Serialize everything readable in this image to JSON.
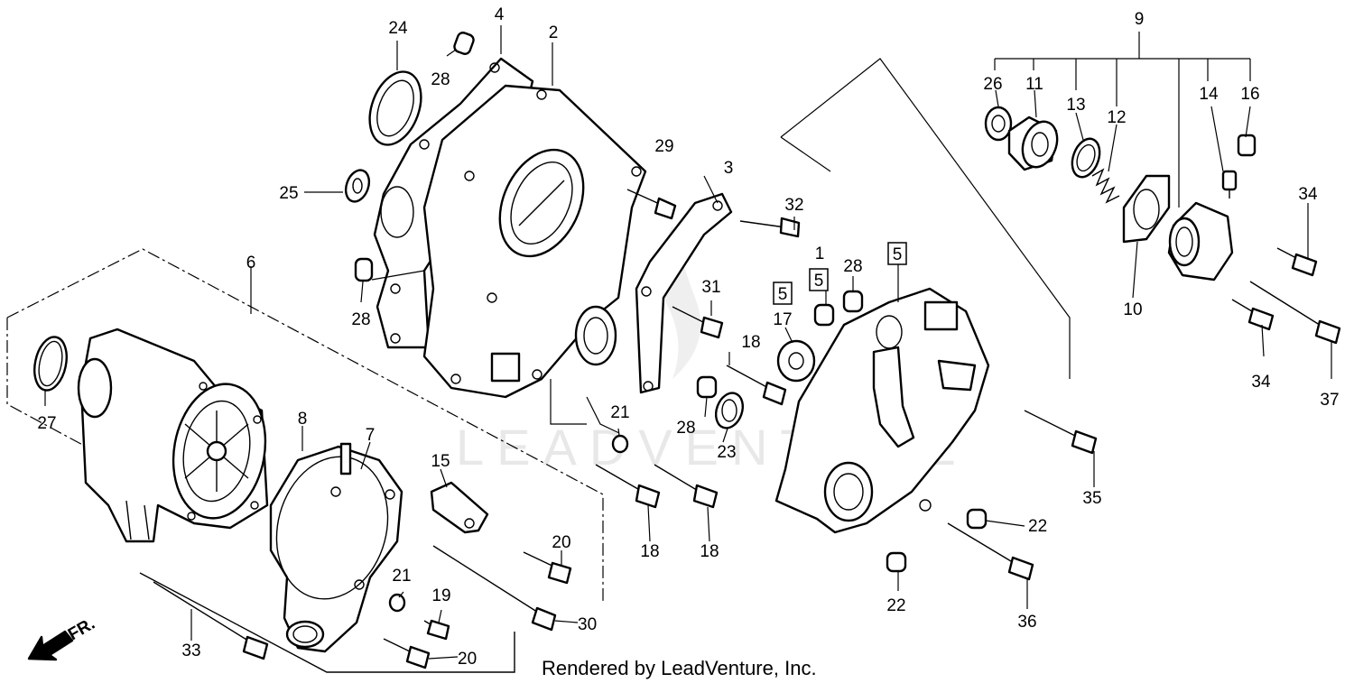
{
  "diagram": {
    "callouts": {
      "c1": "1",
      "c2": "2",
      "c3": "3",
      "c4": "4",
      "c5a": "5",
      "c5b": "5",
      "c5c": "5",
      "c6": "6",
      "c7": "7",
      "c8": "8",
      "c9": "9",
      "c10": "10",
      "c11": "11",
      "c12": "12",
      "c13": "13",
      "c14": "14",
      "c15": "15",
      "c16": "16",
      "c17": "17",
      "c18a": "18",
      "c18b": "18",
      "c18c": "18",
      "c19": "19",
      "c20a": "20",
      "c20b": "20",
      "c21a": "21",
      "c21b": "21",
      "c22a": "22",
      "c22b": "22",
      "c23": "23",
      "c24": "24",
      "c25": "25",
      "c26": "26",
      "c27": "27",
      "c28a": "28",
      "c28b": "28",
      "c28c": "28",
      "c28d": "28",
      "c29": "29",
      "c30": "30",
      "c31": "31",
      "c32": "32",
      "c33": "33",
      "c34a": "34",
      "c34b": "34",
      "c35": "35",
      "c36": "36",
      "c37": "37"
    },
    "front_marker": "FR.",
    "credit": "Rendered by LeadVenture, Inc.",
    "watermark": "LEADVENTURE"
  }
}
